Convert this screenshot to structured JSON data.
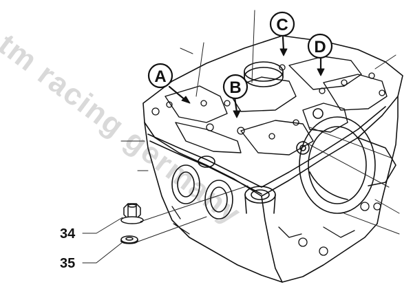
{
  "watermark": {
    "text": "tm racing germany"
  },
  "callouts": [
    {
      "id": "A",
      "label": "A"
    },
    {
      "id": "B",
      "label": "B"
    },
    {
      "id": "C",
      "label": "C"
    },
    {
      "id": "D",
      "label": "D"
    }
  ],
  "parts": [
    {
      "number": "34",
      "name": "flange-nut"
    },
    {
      "number": "35",
      "name": "washer"
    }
  ]
}
